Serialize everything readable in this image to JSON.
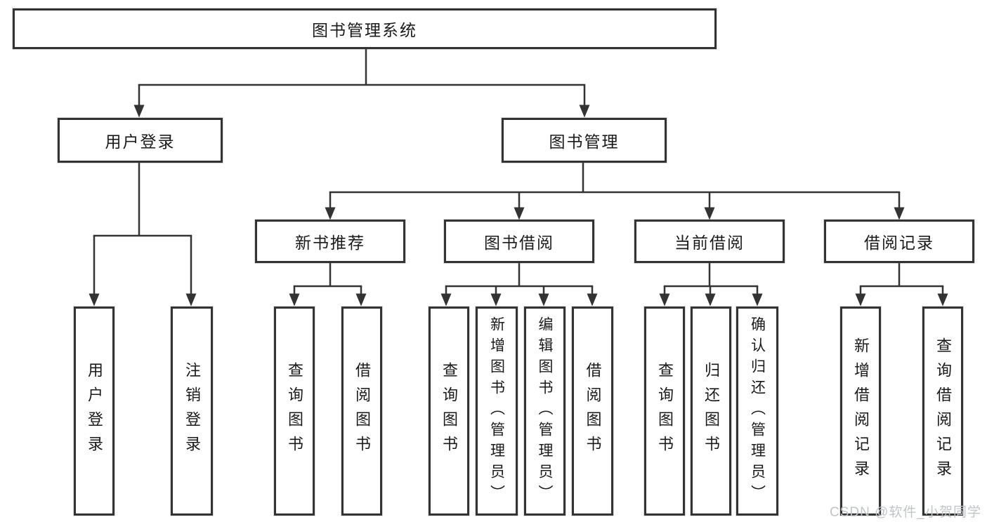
{
  "tree": {
    "root": {
      "label": "图书管理系统",
      "children": [
        {
          "label": "用户登录",
          "children": [
            {
              "label": "用户登录"
            },
            {
              "label": "注销登录"
            }
          ]
        },
        {
          "label": "图书管理",
          "children": [
            {
              "label": "新书推荐",
              "children": [
                {
                  "label": "查询图书"
                },
                {
                  "label": "借阅图书"
                }
              ]
            },
            {
              "label": "图书借阅",
              "children": [
                {
                  "label": "查询图书"
                },
                {
                  "label": "新增图书（管理员）"
                },
                {
                  "label": "编辑图书（管理员）"
                },
                {
                  "label": "借阅图书"
                }
              ]
            },
            {
              "label": "当前借阅",
              "children": [
                {
                  "label": "查询图书"
                },
                {
                  "label": "归还图书"
                },
                {
                  "label": "确认归还（管理员）"
                }
              ]
            },
            {
              "label": "借阅记录",
              "children": [
                {
                  "label": "新增借阅记录"
                },
                {
                  "label": "查询借阅记录"
                }
              ]
            }
          ]
        }
      ]
    }
  },
  "watermark": {
    "text": "CSDN @软件_小贺同学"
  },
  "colors": {
    "line": "#333333",
    "text": "#1a1a1a",
    "watermark": "#c2c5c8",
    "background": "#ffffff"
  }
}
